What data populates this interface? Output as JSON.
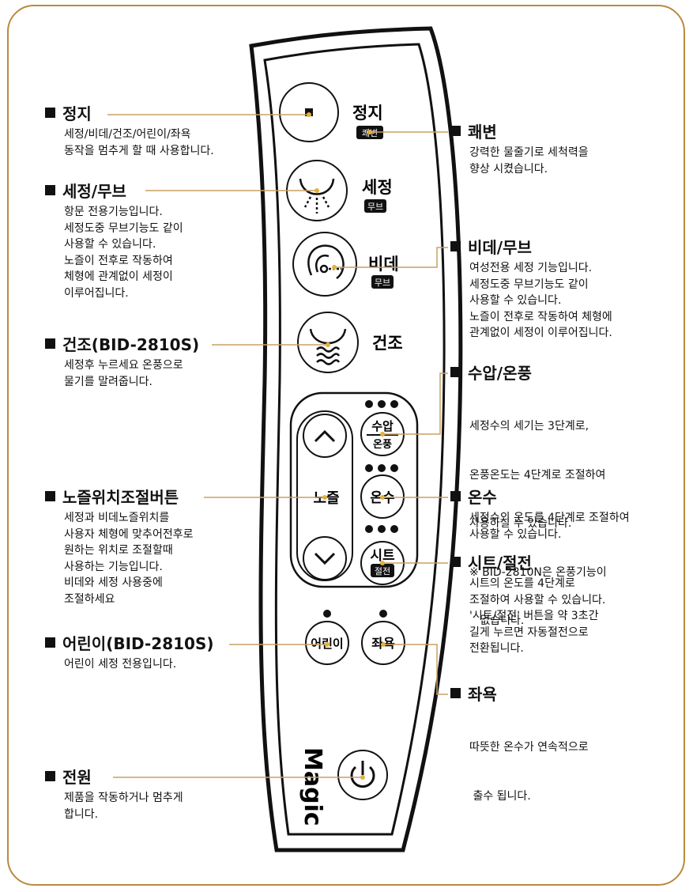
{
  "brand": "Magic",
  "colors": {
    "frame": "#b98a3d",
    "leader": "#c9a064",
    "dot": "#e3b23c"
  },
  "buttons": {
    "stop": {
      "main": "정지",
      "sub": "쾌변"
    },
    "wash": {
      "main": "세정",
      "sub": "무브"
    },
    "bidet": {
      "main": "비데",
      "sub": "무브"
    },
    "dry": {
      "main": "건조"
    },
    "pressure": {
      "top": "수압",
      "bottom": "온풍"
    },
    "nozzle": {
      "main": "노즐"
    },
    "water_temp": {
      "main": "온수"
    },
    "seat": {
      "main": "시트",
      "sub": "절전"
    },
    "child": {
      "main": "어린이"
    },
    "sitz": {
      "main": "좌욕"
    }
  },
  "labels": {
    "stop": {
      "title": "정지",
      "lines": [
        "세정/비데/건조/어린이/좌욕",
        "동작을 멈추게 할 때 사용합니다."
      ]
    },
    "wash": {
      "title": "세정/무브",
      "lines": [
        "항문 전용기능입니다.",
        "세정도중 무브기능도 같이",
        "사용할 수 있습니다.",
        "노즐이 전후로 작동하여",
        "체형에 관계없이 세정이",
        "이루어집니다."
      ]
    },
    "dry": {
      "title": "건조(BID-2810S)",
      "lines": [
        "세정후 누르세요 온풍으로",
        "물기를 말려줍니다."
      ]
    },
    "nozzle": {
      "title": "노즐위치조절버튼",
      "lines": [
        "세정과 비데노즐위치를",
        "사용자 체형에 맞추어전후로",
        "원하는 위치로 조절할때",
        "사용하는 기능입니다.",
        "비데와 세정 사용중에",
        "조절하세요"
      ]
    },
    "child": {
      "title": "어린이(BID-2810S)",
      "lines": [
        "어린이 세정 전용입니다."
      ]
    },
    "power": {
      "title": "전원",
      "lines": [
        "제품을 작동하거나 멈추게",
        "합니다."
      ]
    },
    "bowel": {
      "title": "쾌변",
      "lines": [
        "강력한 물줄기로 세척력을",
        "향상 시켰습니다."
      ]
    },
    "bidet": {
      "title": "비데/무브",
      "lines": [
        "여성전용 세정 기능입니다.",
        "세정도중 무브기능도 같이",
        "사용할 수 있습니다.",
        "노즐이 전후로 작동하여 체형에",
        "관계없이 세정이 이루어집니다."
      ]
    },
    "pressure": {
      "title": "수압/온풍",
      "lines": [
        "세정수의 세기는 3단계로,",
        "온풍온도는 4단계로 조절하여",
        "사용하실 수 있습니다.",
        "※ BID-2810N은 온풍기능이",
        "   없습니다."
      ]
    },
    "water_temp": {
      "title": "온수",
      "lines": [
        "세정수의 온도를 4단계로 조절하여",
        "사용할 수 있습니다."
      ]
    },
    "seat": {
      "title": "시트/절전",
      "lines": [
        "시트의 온도를 4단계로",
        "조절하여 사용할 수 있습니다.",
        "'시트/절전' 버튼을 약 3초간",
        "길게 누르면 자동절전으로",
        "전환됩니다."
      ]
    },
    "sitz": {
      "title": "좌욕",
      "lines": [
        "따뜻한 온수가 연속적으로",
        " 출수 됩니다."
      ]
    }
  }
}
